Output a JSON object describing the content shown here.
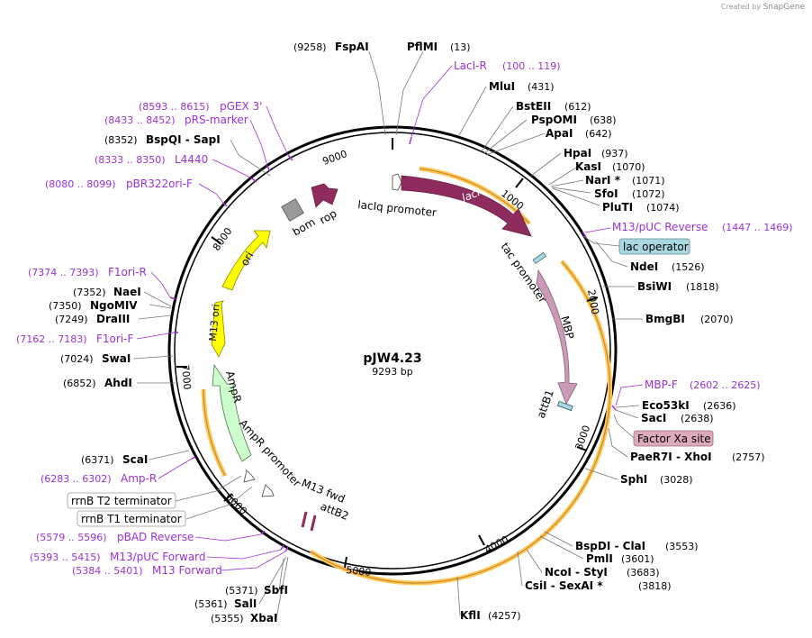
{
  "watermark": {
    "prefix": "Created by",
    "brand": "SnapGene"
  },
  "map": {
    "name": "pJW4.23",
    "length_label": "9293 bp",
    "ring_ticks": [
      "1000",
      "2000",
      "3000",
      "4000",
      "5000",
      "6000",
      "7000",
      "8000",
      "9000"
    ]
  },
  "features": {
    "lacI": "lacI",
    "lacIq_promoter": "lacIq promoter",
    "tac_promoter": "tac promoter",
    "MBP": "MBP",
    "attB1": "attB1",
    "attB2": "attB2",
    "M13_fwd": "M13 fwd",
    "AmpR_promoter": "AmpR promoter",
    "AmpR": "AmpR",
    "M13_ori": "M13 ori",
    "ori": "ori",
    "bom": "bom",
    "rop": "rop",
    "lac_operator": "lac operator",
    "Factor_Xa_site": "Factor Xa site",
    "rrnB_T2_terminator": "rrnB T2 terminator",
    "rrnB_T1_terminator": "rrnB T1 terminator"
  },
  "sites": [
    {
      "id": "FspAI",
      "pos": "(9258)",
      "name": "FspAI"
    },
    {
      "id": "PflMI",
      "pos": "(13)",
      "name": "PflMI"
    },
    {
      "id": "MluI",
      "pos": "(431)",
      "name": "MluI"
    },
    {
      "id": "BstEII",
      "pos": "(612)",
      "name": "BstEII"
    },
    {
      "id": "PspOMI",
      "pos": "(638)",
      "name": "PspOMI"
    },
    {
      "id": "ApaI",
      "pos": "(642)",
      "name": "ApaI"
    },
    {
      "id": "HpaI",
      "pos": "(937)",
      "name": "HpaI"
    },
    {
      "id": "KasI",
      "pos": "(1070)",
      "name": "KasI"
    },
    {
      "id": "NarI",
      "pos": "(1071)",
      "name": "NarI *"
    },
    {
      "id": "SfoI",
      "pos": "(1072)",
      "name": "SfoI"
    },
    {
      "id": "PluTI",
      "pos": "(1074)",
      "name": "PluTI"
    },
    {
      "id": "NdeI",
      "pos": "(1526)",
      "name": "NdeI"
    },
    {
      "id": "BsiWI",
      "pos": "(1818)",
      "name": "BsiWI"
    },
    {
      "id": "BmgBI",
      "pos": "(2070)",
      "name": "BmgBI"
    },
    {
      "id": "Eco53kI",
      "pos": "(2636)",
      "name": "Eco53kI"
    },
    {
      "id": "SacI",
      "pos": "(2638)",
      "name": "SacI"
    },
    {
      "id": "PaeR7I",
      "pos": "(2757)",
      "name": "PaeR7I  - XhoI"
    },
    {
      "id": "SphI",
      "pos": "(3028)",
      "name": "SphI"
    },
    {
      "id": "BspDI",
      "pos": "(3553)",
      "name": "BspDI  - ClaI"
    },
    {
      "id": "PmlI",
      "pos": "(3601)",
      "name": "PmlI"
    },
    {
      "id": "NcoI",
      "pos": "(3683)",
      "name": "NcoI  - StyI"
    },
    {
      "id": "CsiI",
      "pos": "(3818)",
      "name": "CsiI  - SexAI *"
    },
    {
      "id": "KflI",
      "pos": "(4257)",
      "name": "KflI"
    },
    {
      "id": "SbfI",
      "pos": "(5371)",
      "name": "SbfI"
    },
    {
      "id": "SalI",
      "pos": "(5361)",
      "name": "SalI"
    },
    {
      "id": "XbaI",
      "pos": "(5355)",
      "name": "XbaI"
    },
    {
      "id": "ScaI",
      "pos": "(6371)",
      "name": "ScaI"
    },
    {
      "id": "AhdI",
      "pos": "(6852)",
      "name": "AhdI"
    },
    {
      "id": "SwaI",
      "pos": "(7024)",
      "name": "SwaI"
    },
    {
      "id": "DraIII",
      "pos": "(7249)",
      "name": "DraIII"
    },
    {
      "id": "NgoMIV",
      "pos": "(7350)",
      "name": "NgoMIV"
    },
    {
      "id": "NaeI",
      "pos": "(7352)",
      "name": "NaeI"
    },
    {
      "id": "BspQI",
      "pos": "(8352)",
      "name": "BspQI  - SapI"
    }
  ],
  "primers": [
    {
      "id": "LacI-R",
      "name": "LacI-R",
      "range": "(100 .. 119)"
    },
    {
      "id": "M13pUC-Reverse",
      "name": "M13/pUC Reverse",
      "range": "(1447 .. 1469)"
    },
    {
      "id": "MBP-F",
      "name": "MBP-F",
      "range": "(2602 .. 2625)"
    },
    {
      "id": "pGEX-3",
      "name": "pGEX 3'",
      "range": "(8593 .. 8615)"
    },
    {
      "id": "pRS-marker",
      "name": "pRS-marker",
      "range": "(8433 .. 8452)"
    },
    {
      "id": "L4440",
      "name": "L4440",
      "range": "(8333 .. 8350)"
    },
    {
      "id": "pBR322ori-F",
      "name": "pBR322ori-F",
      "range": "(8080 .. 8099)"
    },
    {
      "id": "F1ori-R",
      "name": "F1ori-R",
      "range": "(7374 .. 7393)"
    },
    {
      "id": "F1ori-F",
      "name": "F1ori-F",
      "range": "(7162 .. 7183)"
    },
    {
      "id": "Amp-R",
      "name": "Amp-R",
      "range": "(6283 .. 6302)"
    },
    {
      "id": "pBAD-Reverse",
      "name": "pBAD Reverse",
      "range": "(5579 .. 5596)"
    },
    {
      "id": "M13pUC-Forward",
      "name": "M13/pUC Forward",
      "range": "(5393 .. 5415)"
    },
    {
      "id": "M13-Forward",
      "name": "M13 Forward",
      "range": "(5384 .. 5401)"
    }
  ],
  "colors": {
    "lacI": "#8e2c5e",
    "MBP": "#c99bb6",
    "ori": "#ffff00",
    "M13_ori": "#ffff00",
    "AmpR": "#ccffcc",
    "bom": "#999999",
    "orf": "#ffc857",
    "primer": "#9b30d9",
    "lac_operator": "#a8d8e0",
    "factor_xa": "#ddaabb"
  }
}
